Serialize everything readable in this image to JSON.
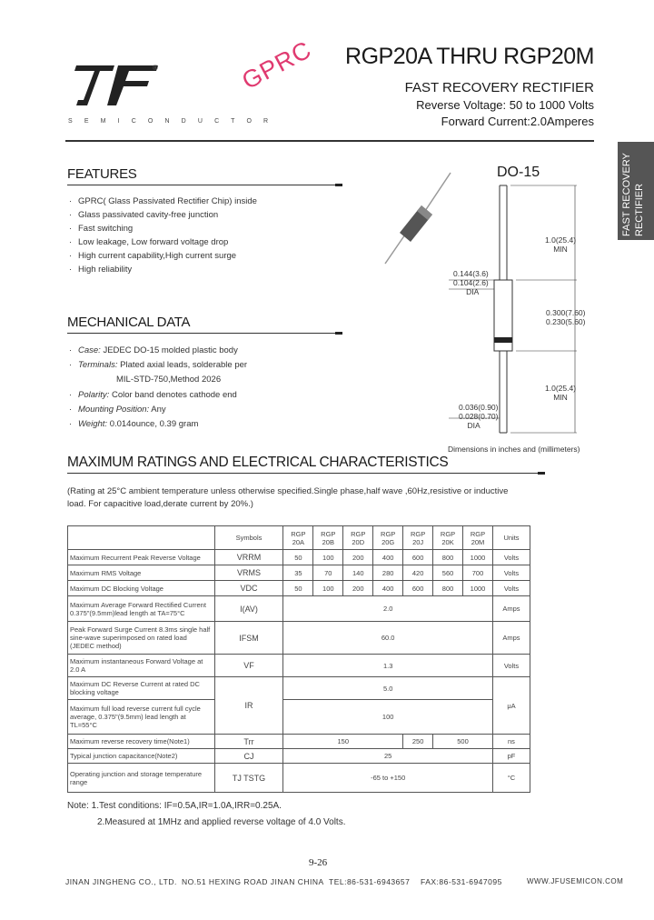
{
  "header": {
    "company": "S E M I C O N D U C T O R",
    "registered_mark": "®",
    "brand_stamp": "GPRC",
    "part_title": "RGP20A THRU RGP20M",
    "device_type": "FAST RECOVERY RECTIFIER",
    "reverse_voltage": "Reverse Voltage: 50 to 1000 Volts",
    "forward_current": "Forward Current:2.0Amperes",
    "side_tab": [
      "FAST RECOVERY",
      "RECTIFIER"
    ]
  },
  "features": {
    "title": "FEATURES",
    "items": [
      "GPRC( Glass Passivated Rectifier Chip) inside",
      "Glass passivated cavity-free junction",
      "Fast switching",
      "Low leakage, Low forward voltage drop",
      "High current capability,High current surge",
      "High reliability"
    ]
  },
  "mechanical": {
    "title": "MECHANICAL DATA",
    "items": [
      {
        "label": "Case:",
        "text": "JEDEC DO-15 molded plastic body"
      },
      {
        "label": "Terminals:",
        "text": "Plated axial leads, solderable per"
      },
      {
        "label": "",
        "text": "MIL-STD-750,Method 2026"
      },
      {
        "label": "Polarity:",
        "text": "Color band denotes cathode end"
      },
      {
        "label": "Mounting Position:",
        "text": "Any"
      },
      {
        "label": "Weight:",
        "text": "0.014ounce, 0.39 gram"
      }
    ]
  },
  "package": {
    "name": "DO-15",
    "dim_lead_length_top": "1.0(25.4)",
    "dim_lead_length_top_min": "MIN",
    "dim_body_dia_max": "0.144(3.6)",
    "dim_body_dia_min": "0.104(2.6)",
    "dim_body_dia_label": "DIA",
    "dim_body_len_max": "0.300(7.60)",
    "dim_body_len_min": "0.230(5.60)",
    "dim_lead_length_bot": "1.0(25.4)",
    "dim_lead_length_bot_min": "MIN",
    "dim_lead_dia_max": "0.036(0.90)",
    "dim_lead_dia_min": "0.028(0.70)",
    "dim_lead_dia_label": "DIA",
    "dim_caption": "Dimensions in inches and (millimeters)"
  },
  "ratings": {
    "title": "MAXIMUM RATINGS AND ELECTRICAL CHARACTERISTICS",
    "note_line1": "(Rating at 25°C ambient temperature unless otherwise specified.Single phase,half wave ,60Hz,resistive or inductive",
    "note_line2": "load. For capacitive load,derate current by 20%.)",
    "header": [
      "Symbols",
      "RGP 20A",
      "RGP 20B",
      "RGP 20D",
      "RGP 20G",
      "RGP 20J",
      "RGP 20K",
      "RGP 20M",
      "Units"
    ],
    "rows": [
      {
        "param": "Maximum Recurrent Peak Reverse Voltage",
        "symbol": "VRRM",
        "values": [
          "50",
          "100",
          "200",
          "400",
          "600",
          "800",
          "1000"
        ],
        "unit": "Volts"
      },
      {
        "param": "Maximum RMS Voltage",
        "symbol": "VRMS",
        "values": [
          "35",
          "70",
          "140",
          "280",
          "420",
          "560",
          "700"
        ],
        "unit": "Volts"
      },
      {
        "param": "Maximum DC Blocking Voltage",
        "symbol": "VDC",
        "values": [
          "50",
          "100",
          "200",
          "400",
          "600",
          "800",
          "1000"
        ],
        "unit": "Volts"
      },
      {
        "param": "Maximum Average Forward Rectified Current 0.375\"(9.5mm)lead length at TA=75°C",
        "symbol": "I(AV)",
        "span_value": "2.0",
        "unit": "Amps"
      },
      {
        "param": "Peak Forward Surge Current 8.3ms single half sine-wave superimposed on rated load (JEDEC method)",
        "symbol": "IFSM",
        "span_value": "60.0",
        "unit": "Amps"
      },
      {
        "param": "Maximum instantaneous Forward Voltage at 2.0 A",
        "symbol": "VF",
        "span_value": "1.3",
        "unit": "Volts"
      },
      {
        "param": "Maximum DC Reverse Current at rated DC blocking voltage",
        "symbol": "IR",
        "span_value": "5.0",
        "unit": "μA"
      },
      {
        "param": "Maximum full load reverse current full cycle average, 0.375\"(9.5mm) lead length at TL=55°C",
        "symbol": "",
        "span_value": "100",
        "unit": ""
      },
      {
        "param": "Maximum reverse recovery time(Note1)",
        "symbol": "Trr",
        "trr": [
          "150",
          "250",
          "500"
        ],
        "unit": "ns"
      },
      {
        "param": "Typical junction capacitance(Note2)",
        "symbol": "CJ",
        "span_value": "25",
        "unit": "pF"
      },
      {
        "param": "Operating junction and storage temperature range",
        "symbol": "TJ TSTG",
        "span_value": "-65 to +150",
        "unit": "°C"
      }
    ],
    "note1": "Note: 1.Test conditions: IF=0.5A,IR=1.0A,IRR=0.25A.",
    "note2": "2.Measured at 1MHz and applied reverse voltage of 4.0 Volts."
  },
  "footer": {
    "page_no": "9-26",
    "company": "JINAN JINGHENG CO., LTD.",
    "address": "NO.51 HEXING ROAD JINAN CHINA",
    "tel": "TEL:86-531-6943657",
    "fax": "FAX:86-531-6947095",
    "web": "WWW.JFUSEMICON.COM"
  }
}
